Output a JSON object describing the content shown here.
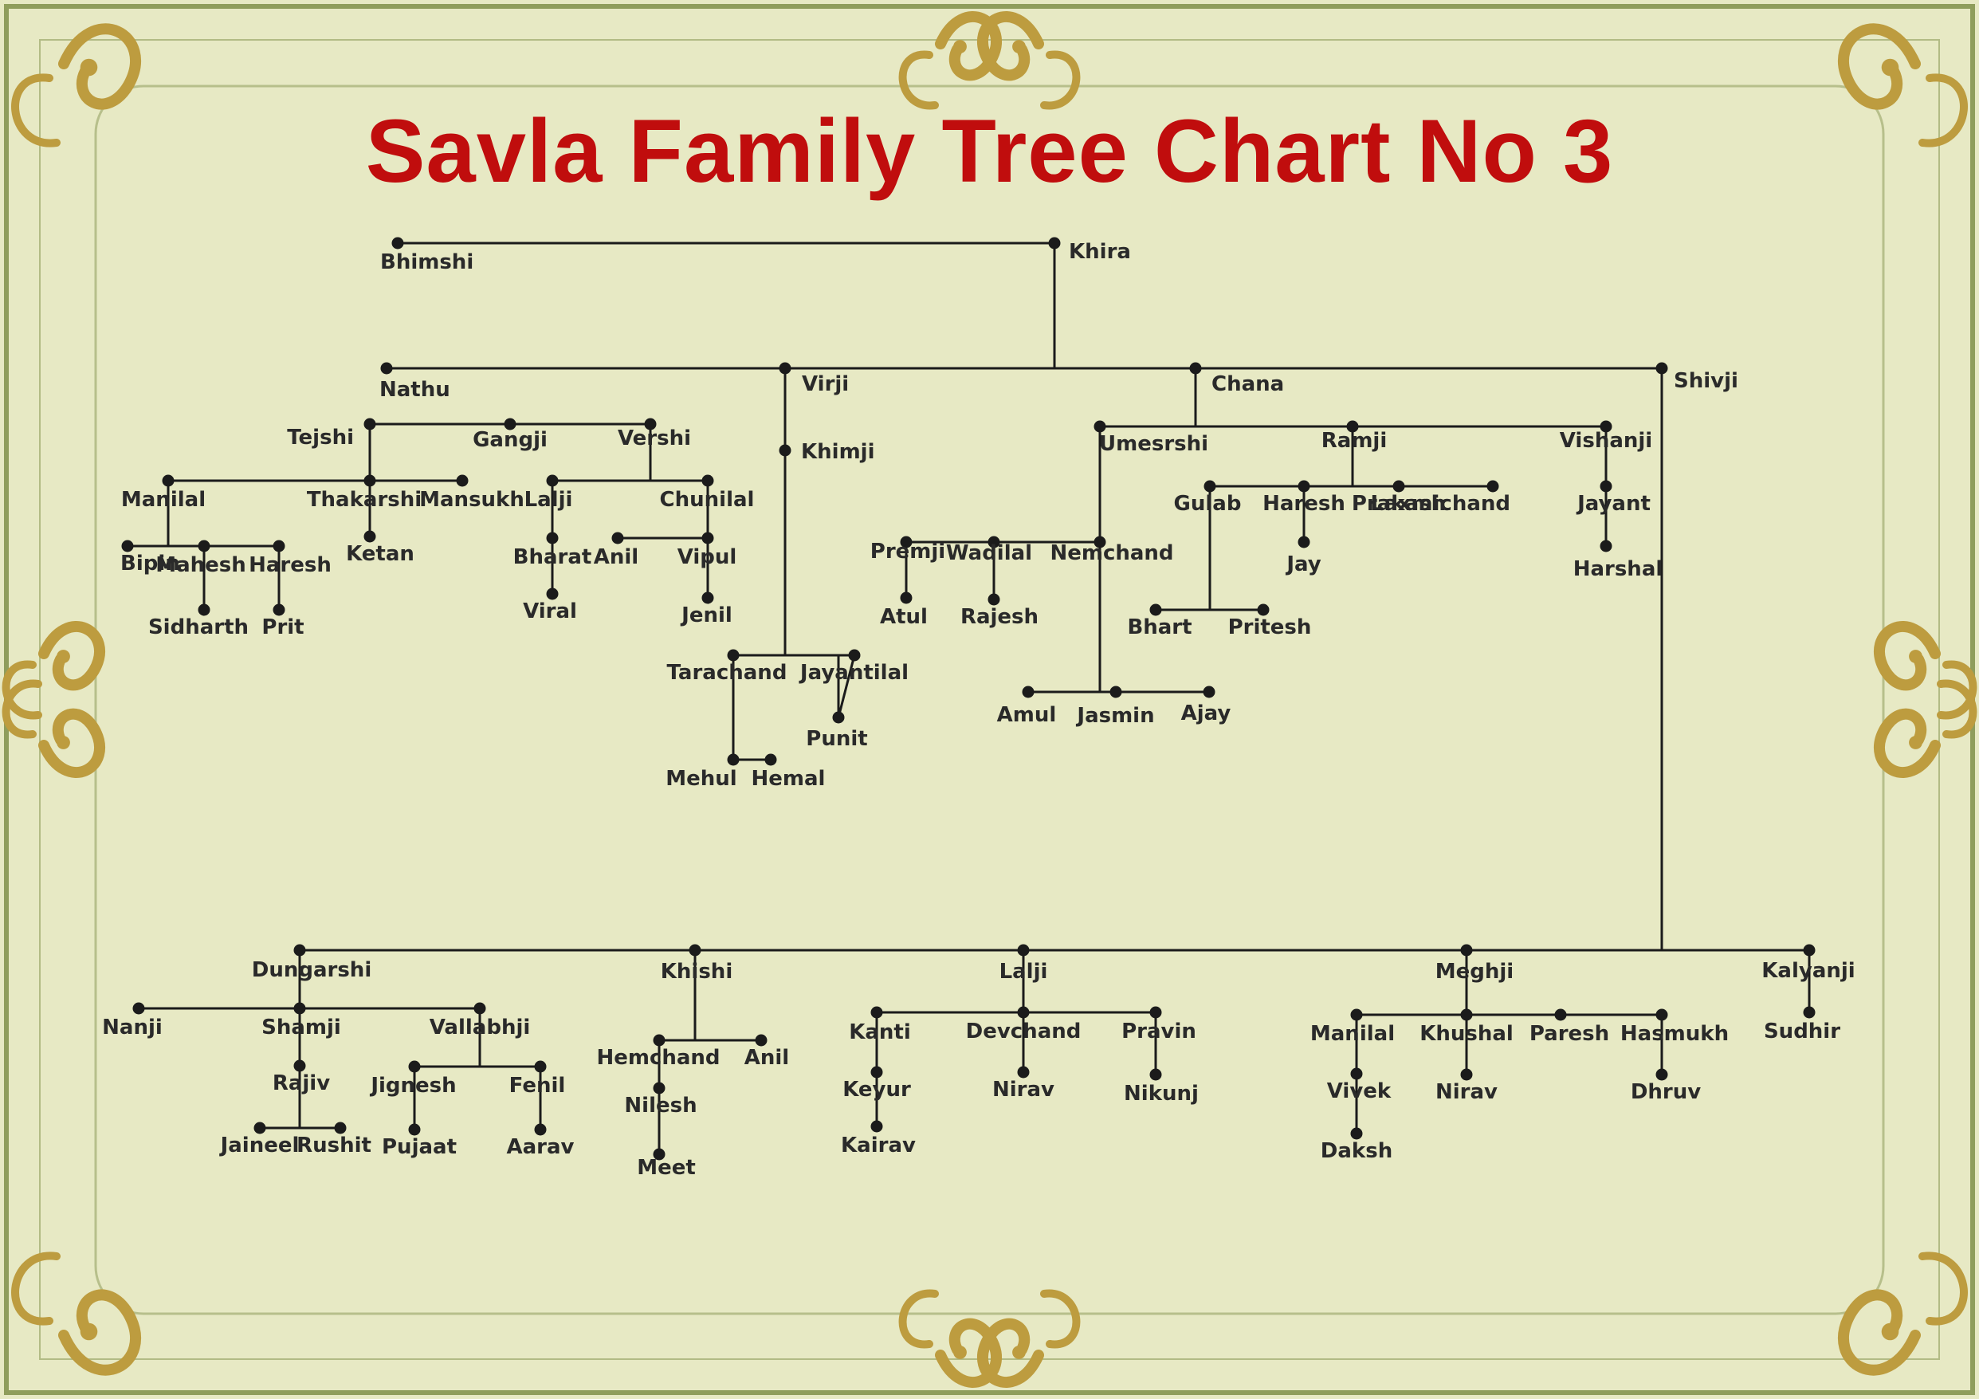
{
  "title": "Savla Family Tree Chart No 3",
  "colors": {
    "background": "#e7e9c4",
    "title": "#c00d0d",
    "line": "#1b1b1b",
    "frame_border": "#8f9d5c",
    "ornament": "#bd9c3f"
  },
  "members": [
    {
      "id": "bhimshi",
      "name": "Bhimshi"
    },
    {
      "id": "khira",
      "name": "Khira"
    },
    {
      "id": "nathu",
      "name": "Nathu"
    },
    {
      "id": "virji",
      "name": "Virji"
    },
    {
      "id": "chana",
      "name": "Chana"
    },
    {
      "id": "shivji",
      "name": "Shivji"
    },
    {
      "id": "tejshi",
      "name": "Tejshi"
    },
    {
      "id": "gangji",
      "name": "Gangji"
    },
    {
      "id": "vershi",
      "name": "Vershi"
    },
    {
      "id": "manilal1",
      "name": "Manilal"
    },
    {
      "id": "thakarshi",
      "name": "Thakarshi"
    },
    {
      "id": "mansukh",
      "name": "Mansukh"
    },
    {
      "id": "bipin",
      "name": "Bipin"
    },
    {
      "id": "mahesh",
      "name": "Mahesh"
    },
    {
      "id": "haresh1",
      "name": "Haresh"
    },
    {
      "id": "sidharth",
      "name": "Sidharth"
    },
    {
      "id": "prit",
      "name": "Prit"
    },
    {
      "id": "ketan",
      "name": "Ketan"
    },
    {
      "id": "lalji1",
      "name": "Lalji"
    },
    {
      "id": "chunilal",
      "name": "Chunilal"
    },
    {
      "id": "bharat",
      "name": "Bharat"
    },
    {
      "id": "viral",
      "name": "Viral"
    },
    {
      "id": "anil1",
      "name": "Anil"
    },
    {
      "id": "vipul",
      "name": "Vipul"
    },
    {
      "id": "jenil",
      "name": "Jenil"
    },
    {
      "id": "khimji",
      "name": "Khimji"
    },
    {
      "id": "tarachand",
      "name": "Tarachand"
    },
    {
      "id": "jayantilal",
      "name": "Jayantilal"
    },
    {
      "id": "punit",
      "name": "Punit"
    },
    {
      "id": "mehul",
      "name": "Mehul"
    },
    {
      "id": "hemal",
      "name": "Hemal"
    },
    {
      "id": "umesrshi",
      "name": "Umesrshi"
    },
    {
      "id": "ramji",
      "name": "Ramji"
    },
    {
      "id": "vishanji",
      "name": "Vishanji"
    },
    {
      "id": "premji",
      "name": "Premji"
    },
    {
      "id": "wadilal",
      "name": "Wadilal"
    },
    {
      "id": "nemchand",
      "name": "Nemchand"
    },
    {
      "id": "atul",
      "name": "Atul"
    },
    {
      "id": "rajesh",
      "name": "Rajesh"
    },
    {
      "id": "amul",
      "name": "Amul"
    },
    {
      "id": "jasmin",
      "name": "Jasmin"
    },
    {
      "id": "ajay",
      "name": "Ajay"
    },
    {
      "id": "gulab",
      "name": "Gulab"
    },
    {
      "id": "haresh2",
      "name": "Haresh"
    },
    {
      "id": "prakash",
      "name": "Prakash"
    },
    {
      "id": "laxmichand",
      "name": "Laxmichand"
    },
    {
      "id": "jay",
      "name": "Jay"
    },
    {
      "id": "bhart",
      "name": "Bhart"
    },
    {
      "id": "pritesh",
      "name": "Pritesh"
    },
    {
      "id": "jayant",
      "name": "Jayant"
    },
    {
      "id": "harshal",
      "name": "Harshal"
    },
    {
      "id": "dungarshi",
      "name": "Dungarshi"
    },
    {
      "id": "khishi",
      "name": "Khishi"
    },
    {
      "id": "lalji2",
      "name": "Lalji"
    },
    {
      "id": "meghji",
      "name": "Meghji"
    },
    {
      "id": "kalyanji",
      "name": "Kalyanji"
    },
    {
      "id": "nanji",
      "name": "Nanji"
    },
    {
      "id": "shamji",
      "name": "Shamji"
    },
    {
      "id": "vallabhji",
      "name": "Vallabhji"
    },
    {
      "id": "rajiv",
      "name": "Rajiv"
    },
    {
      "id": "jaineel",
      "name": "Jaineel"
    },
    {
      "id": "rushit",
      "name": "Rushit"
    },
    {
      "id": "jignesh",
      "name": "Jignesh"
    },
    {
      "id": "fenil",
      "name": "Fenil"
    },
    {
      "id": "pujaat",
      "name": "Pujaat"
    },
    {
      "id": "aarav",
      "name": "Aarav"
    },
    {
      "id": "hemchand",
      "name": "Hemchand"
    },
    {
      "id": "anil2",
      "name": "Anil"
    },
    {
      "id": "nilesh",
      "name": "Nilesh"
    },
    {
      "id": "meet",
      "name": "Meet"
    },
    {
      "id": "kanti",
      "name": "Kanti"
    },
    {
      "id": "devchand",
      "name": "Devchand"
    },
    {
      "id": "pravin",
      "name": "Pravin"
    },
    {
      "id": "keyur",
      "name": "Keyur"
    },
    {
      "id": "kairav",
      "name": "Kairav"
    },
    {
      "id": "nirav1",
      "name": "Nirav"
    },
    {
      "id": "nikunj",
      "name": "Nikunj"
    },
    {
      "id": "manilal2",
      "name": "Manilal"
    },
    {
      "id": "khushal",
      "name": "Khushal"
    },
    {
      "id": "paresh",
      "name": "Paresh"
    },
    {
      "id": "hasmukh",
      "name": "Hasmukh"
    },
    {
      "id": "vivek",
      "name": "Vivek"
    },
    {
      "id": "daksh",
      "name": "Daksh"
    },
    {
      "id": "nirav2",
      "name": "Nirav"
    },
    {
      "id": "dhruv",
      "name": "Dhruv"
    },
    {
      "id": "sudhir",
      "name": "Sudhir"
    }
  ]
}
